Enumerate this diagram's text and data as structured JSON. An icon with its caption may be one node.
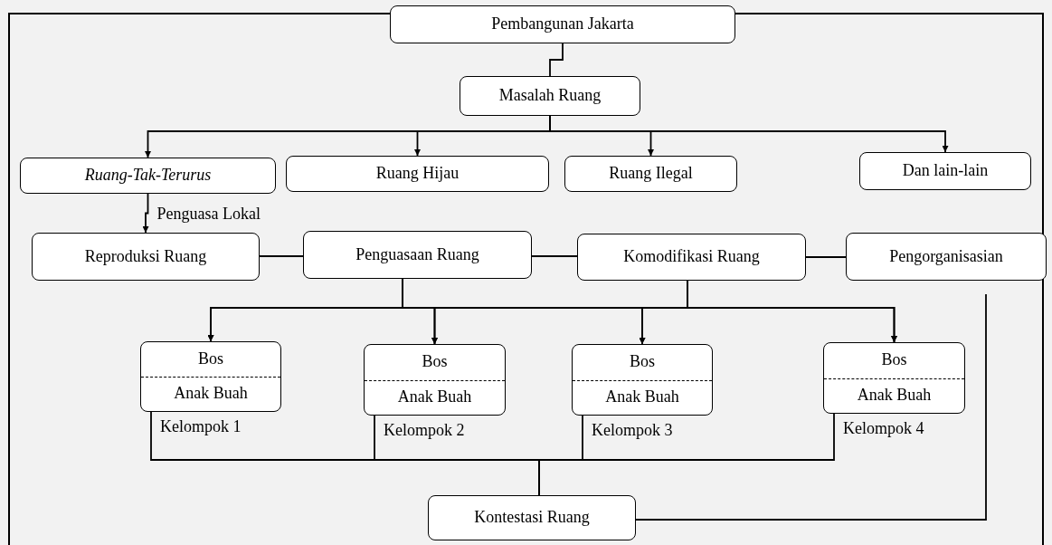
{
  "diagram": {
    "nodes": [
      {
        "text": [
          "Pembangunan Jakarta"
        ]
      },
      {
        "text": [
          "Masalah Ruang"
        ]
      },
      {
        "text": [
          "Ruang-Tak-Terurus"
        ]
      },
      {
        "text": [
          "Ruang Hijau"
        ]
      },
      {
        "text": [
          "Ruang Ilegal"
        ]
      },
      {
        "text": [
          "Dan lain-lain"
        ]
      },
      {
        "text": [
          "Reproduksi Ruang"
        ]
      },
      {
        "text": [
          "Penguasaan Ruang"
        ]
      },
      {
        "text": [
          "Komodifikasi Ruang"
        ]
      },
      {
        "text": [
          "Pengorganisasian"
        ]
      },
      {
        "text": [
          "Bos",
          "Anak Buah"
        ],
        "beside": [
          "Kelompok 1"
        ]
      },
      {
        "text": [
          "Bos",
          "Anak Buah"
        ],
        "beside": [
          "Kelompok 2"
        ]
      },
      {
        "text": [
          "Bos",
          "Anak Buah"
        ],
        "beside": [
          "Kelompok 3"
        ]
      },
      {
        "text": [
          "Bos",
          "Anak Buah"
        ],
        "beside": [
          "Kelompok 4"
        ]
      },
      {
        "text": [
          "Kontestasi Ruang"
        ]
      }
    ],
    "edges": [
      {
        "from": 0,
        "to": 1,
        "arrow": "none"
      },
      {
        "from": 1,
        "to": 2,
        "arrow": "to"
      },
      {
        "from": 1,
        "to": 3,
        "arrow": "to"
      },
      {
        "from": 1,
        "to": 4,
        "arrow": "to"
      },
      {
        "from": 1,
        "to": 5,
        "arrow": "to"
      },
      {
        "from": 2,
        "to": 6,
        "arrow": "to",
        "label": "Penguasa Lokal"
      },
      {
        "from": 6,
        "to": 7,
        "arrow": "none"
      },
      {
        "from": 7,
        "to": 8,
        "arrow": "none"
      },
      {
        "from": 8,
        "to": 9,
        "arrow": "none"
      },
      {
        "from": 7,
        "to": 10,
        "arrow": "to"
      },
      {
        "from": 7,
        "to": 11,
        "arrow": "to"
      },
      {
        "from": 7,
        "to": 12,
        "arrow": "to"
      },
      {
        "from": 7,
        "to": 13,
        "arrow": "to"
      },
      {
        "from": 8,
        "to": 10,
        "arrow": "to"
      },
      {
        "from": 8,
        "to": 11,
        "arrow": "to"
      },
      {
        "from": 8,
        "to": 12,
        "arrow": "to"
      },
      {
        "from": 8,
        "to": 13,
        "arrow": "to"
      },
      {
        "from": 10,
        "to": 14,
        "arrow": "none"
      },
      {
        "from": 11,
        "to": 14,
        "arrow": "none"
      },
      {
        "from": 12,
        "to": 14,
        "arrow": "none"
      },
      {
        "from": 13,
        "to": 14,
        "arrow": "none"
      },
      {
        "from": 9,
        "to": 14,
        "arrow": "none"
      }
    ]
  }
}
